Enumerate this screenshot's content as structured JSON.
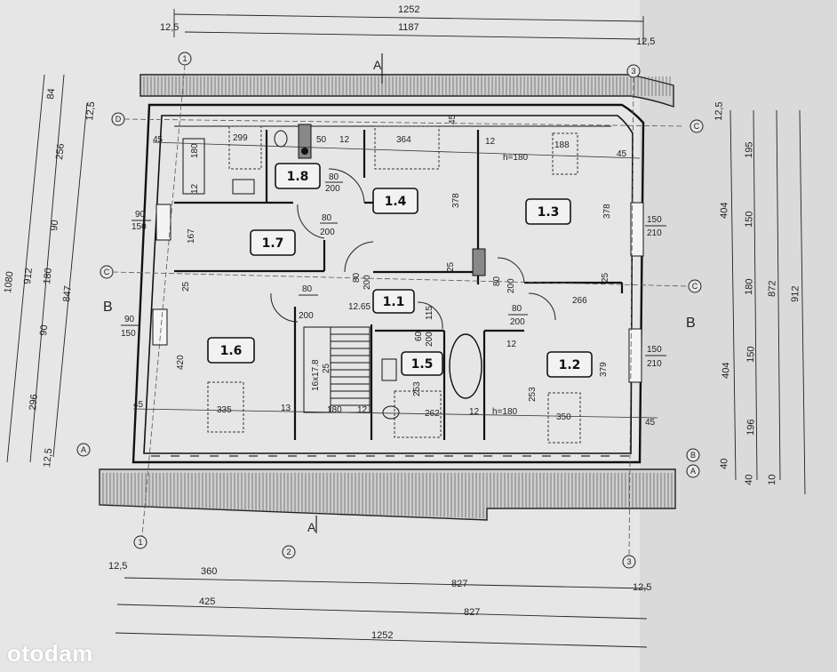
{
  "watermark": "otodam",
  "rooms": [
    {
      "label": "1.1"
    },
    {
      "label": "1.2"
    },
    {
      "label": "1.3"
    },
    {
      "label": "1.4"
    },
    {
      "label": "1.5"
    },
    {
      "label": "1.6"
    },
    {
      "label": "1.7"
    },
    {
      "label": "1.8"
    }
  ],
  "axis_markers": {
    "numbers": [
      "1",
      "2",
      "3"
    ],
    "letters": [
      "A",
      "B",
      "C",
      "D"
    ],
    "section_a": "A",
    "section_b": "B"
  },
  "top_dims": {
    "overall": "1252",
    "inner": "1187",
    "edge": "12,5"
  },
  "bottom_dims": {
    "row1": [
      "12,5",
      "360",
      "827",
      "12,5"
    ],
    "row2": [
      "425",
      "827"
    ],
    "row3": "1252"
  },
  "left_dims": {
    "outer": "1080",
    "second": "912",
    "third": "847",
    "segments": [
      "84",
      "256",
      "90",
      "180",
      "90",
      "296"
    ],
    "edge": "12,5"
  },
  "right_dims": {
    "segments": [
      "12,5",
      "195",
      "150",
      "180",
      "150",
      "196",
      "40"
    ],
    "mid": [
      "404",
      "404"
    ],
    "outer": [
      "872",
      "912"
    ],
    "small": [
      "40",
      "40",
      "10"
    ]
  },
  "door_labels": [
    {
      "w": "80",
      "h": "200"
    },
    {
      "w": "80",
      "h": "200"
    },
    {
      "w": "80",
      "h": "200"
    },
    {
      "w": "80",
      "h": "200"
    },
    {
      "w": "80",
      "h": "200"
    },
    {
      "w": "80",
      "h": "200"
    },
    {
      "w": "60",
      "h": "200"
    }
  ],
  "window_labels": [
    {
      "w": "90",
      "h": "150"
    },
    {
      "w": "90",
      "h": "150"
    },
    {
      "w": "150",
      "h": "210"
    },
    {
      "w": "150",
      "h": "210"
    }
  ],
  "interior_dims": {
    "d45": "45",
    "d50": "50",
    "d12": "12",
    "d299": "299",
    "d364": "364",
    "d188": "188",
    "d180": "180",
    "d378a": "378",
    "d378b": "378",
    "d167": "167",
    "d25": "25",
    "d420": "420",
    "d266": "266",
    "d379": "379",
    "d253a": "253",
    "d253b": "253",
    "d115": "115",
    "d335": "335",
    "d262": "262",
    "d350": "350",
    "h180a": "h=180",
    "h180b": "h=180",
    "level": "12.65",
    "stairs": "16x17.8",
    "d13": "13"
  }
}
